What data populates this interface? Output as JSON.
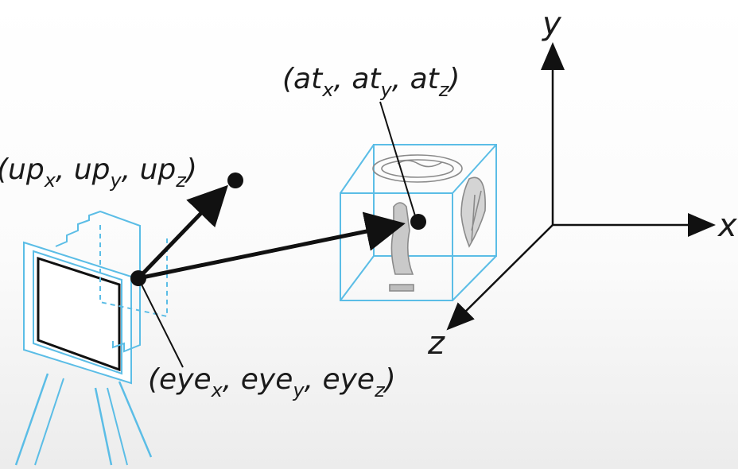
{
  "axes": {
    "x": "x",
    "y": "y",
    "z": "z"
  },
  "labels": {
    "at": {
      "open": "(",
      "b1": "at",
      "s1": "x",
      "sep1": ", ",
      "b2": "at",
      "s2": "y",
      "sep2": ", ",
      "b3": "at",
      "s3": "z",
      "close": ")"
    },
    "up": {
      "open": "(",
      "b1": "up",
      "s1": "x",
      "sep1": ", ",
      "b2": "up",
      "s2": "y",
      "sep2": ", ",
      "b3": "up",
      "s3": "z",
      "close": ")"
    },
    "eye": {
      "open": "(",
      "b1": "eye",
      "s1": "x",
      "sep1": ", ",
      "b2": "eye",
      "s2": "y",
      "sep2": ", ",
      "b3": "eye",
      "s3": "z",
      "close": ")"
    }
  },
  "colors": {
    "outline": "#5bbde6",
    "ink": "#111111",
    "statue": "#8a8a8a"
  }
}
